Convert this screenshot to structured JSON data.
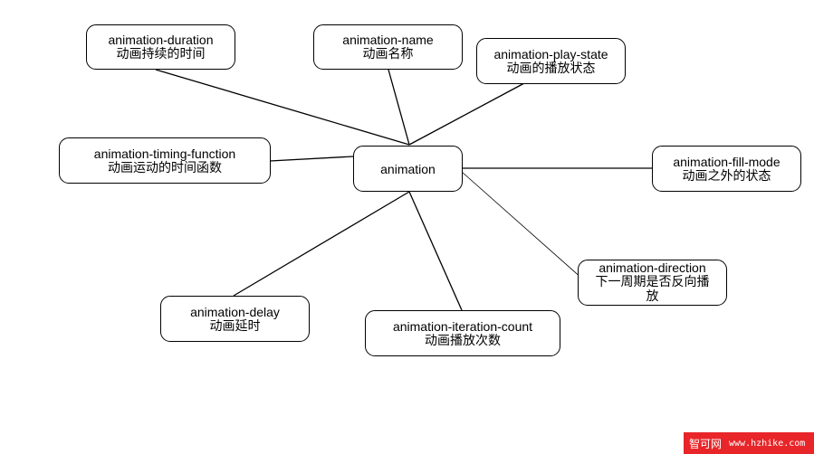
{
  "diagram": {
    "center": {
      "label": "animation"
    },
    "nodes": [
      {
        "key": "duration",
        "en": "animation-duration",
        "zh": "动画持续的时间"
      },
      {
        "key": "name",
        "en": "animation-name",
        "zh": "动画名称"
      },
      {
        "key": "play_state",
        "en": "animation-play-state",
        "zh": "动画的播放状态"
      },
      {
        "key": "timing",
        "en": "animation-timing-function",
        "zh": "动画运动的时间函数"
      },
      {
        "key": "fill",
        "en": "animation-fill-mode",
        "zh": "动画之外的状态"
      },
      {
        "key": "direction",
        "en": "animation-direction",
        "zh": "下一周期是否反向播放"
      },
      {
        "key": "delay",
        "en": "animation-delay",
        "zh": "动画延时"
      },
      {
        "key": "iteration",
        "en": "animation-iteration-count",
        "zh": "动画播放次数"
      }
    ],
    "line_color": "#000000",
    "box_border_color": "#000000"
  },
  "watermark": {
    "site_cn": "智可网",
    "site_url": "www.hzhike.com",
    "bg_color": "#e8262a"
  }
}
